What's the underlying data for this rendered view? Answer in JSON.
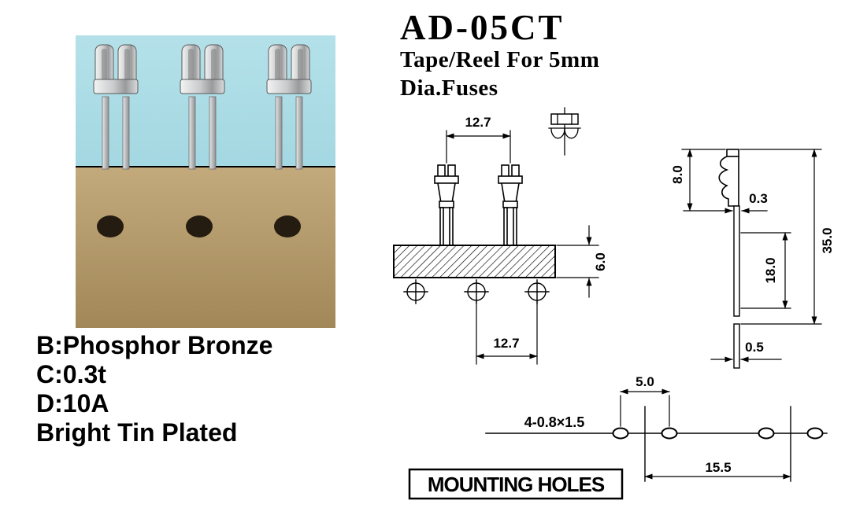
{
  "title": "AD-05CT",
  "subtitle_line1": "Tape/Reel For 5mm",
  "subtitle_line2": "Dia.Fuses",
  "specs": [
    "B:Phosphor Bronze",
    "C:0.3t",
    "D:10A",
    "Bright Tin Plated"
  ],
  "dimensions": {
    "front_view": {
      "pitch_top": "12.7",
      "tape_height": "6.0",
      "pitch_bottom": "12.7"
    },
    "side_view": {
      "clip_height": "8.0",
      "clip_thickness": "0.3",
      "overall_length": "35.0",
      "lead_length": "18.0",
      "lead_width": "0.5"
    },
    "mounting_holes": {
      "hole_pitch": "5.0",
      "hole_spec": "4-0.8×1.5",
      "pair_span": "15.5",
      "label": "MOUNTING HOLES"
    }
  },
  "colors": {
    "photo_background": "#a3d8e2",
    "carrier_tape": "#b59c6e",
    "clip_metal": "#c9cbcc",
    "ink": "#000000"
  }
}
